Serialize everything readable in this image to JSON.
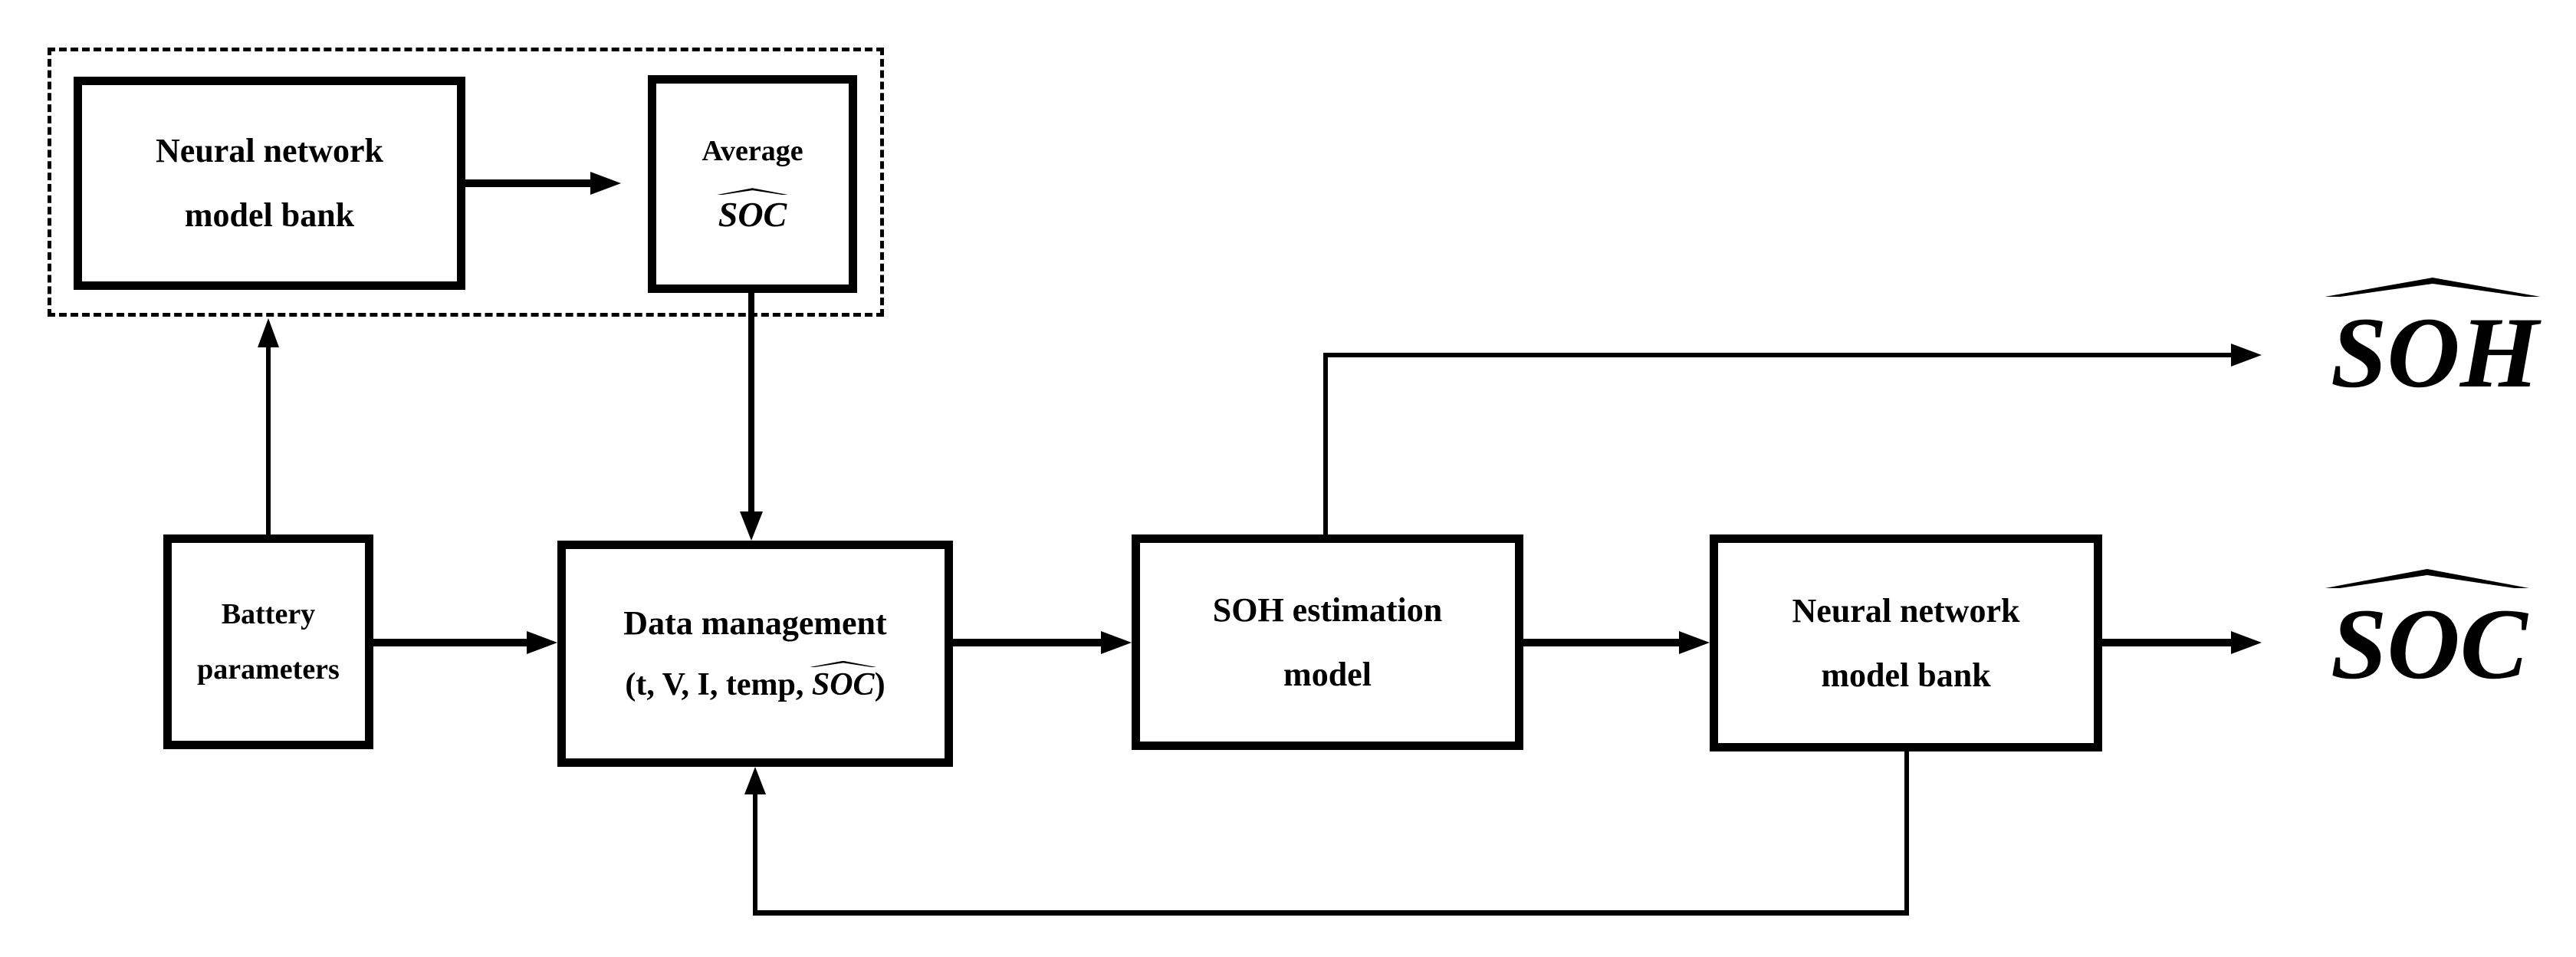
{
  "diagram": {
    "colors": {
      "ink": "#000000",
      "background": "#ffffff"
    },
    "nodes": {
      "nn_bank_top": {
        "line1": "Neural network",
        "line2": "model bank"
      },
      "average": {
        "line1": "Average",
        "math": "SOC"
      },
      "battery": {
        "line1": "Battery",
        "line2": "parameters"
      },
      "data_management": {
        "line1": "Data management",
        "line2_prefix": "(t, V, I, temp, ",
        "line2_math": "SOC",
        "line2_suffix": ")"
      },
      "soh_estimation": {
        "line1": "SOH estimation",
        "line2": "model"
      },
      "nn_bank_right": {
        "line1": "Neural network",
        "line2": "model bank"
      },
      "output_soh": {
        "math": "SOH"
      },
      "output_soc": {
        "math": "SOC"
      }
    },
    "connections": [
      {
        "from": "Battery parameters",
        "to": "Neural network model bank (top)"
      },
      {
        "from": "Neural network model bank (top)",
        "to": "Average SOC"
      },
      {
        "from": "Average SOC",
        "to": "Data management"
      },
      {
        "from": "Battery parameters",
        "to": "Data management"
      },
      {
        "from": "Data management",
        "to": "SOH estimation model"
      },
      {
        "from": "SOH estimation model",
        "to": "SOH output"
      },
      {
        "from": "SOH estimation model",
        "to": "Neural network model bank (right)"
      },
      {
        "from": "Neural network model bank (right)",
        "to": "SOC output"
      },
      {
        "from": "Neural network model bank (right)",
        "to": "Data management"
      }
    ]
  }
}
